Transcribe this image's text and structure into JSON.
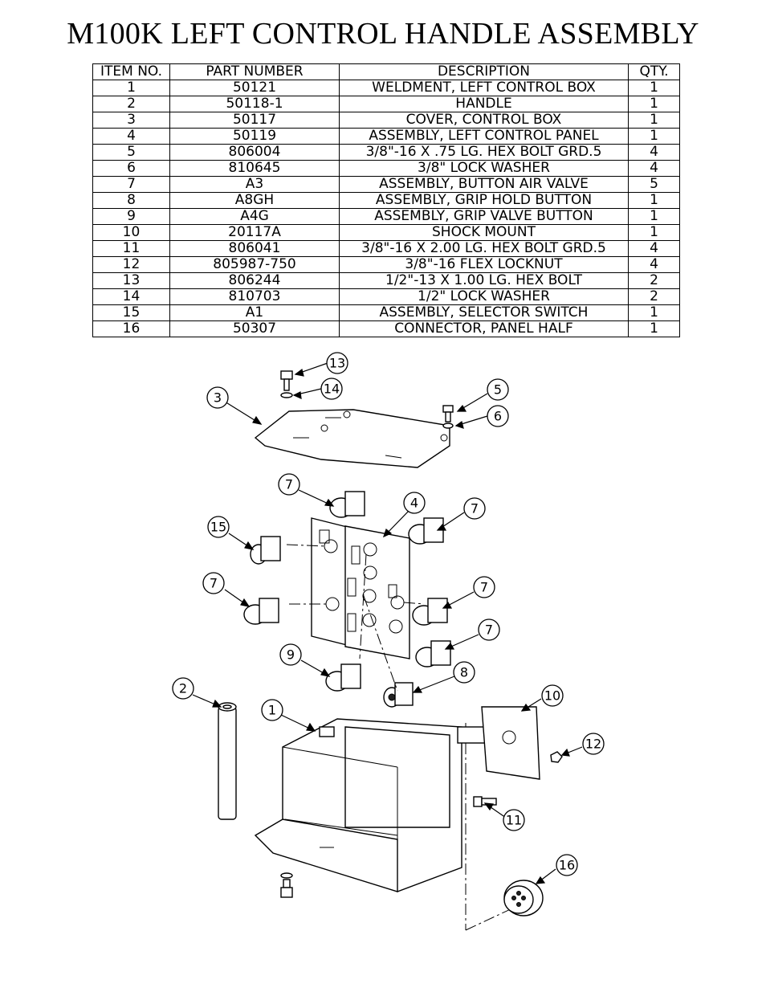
{
  "title": "M100K LEFT CONTROL HANDLE ASSEMBLY",
  "bom": {
    "headers": [
      "ITEM NO.",
      "PART NUMBER",
      "DESCRIPTION",
      "QTY."
    ],
    "rows": [
      [
        "1",
        "50121",
        "WELDMENT, LEFT CONTROL BOX",
        "1"
      ],
      [
        "2",
        "50118-1",
        "HANDLE",
        "1"
      ],
      [
        "3",
        "50117",
        "COVER, CONTROL BOX",
        "1"
      ],
      [
        "4",
        "50119",
        "ASSEMBLY, LEFT CONTROL PANEL",
        "1"
      ],
      [
        "5",
        "806004",
        "3/8\"-16 X .75 LG. HEX BOLT GRD.5",
        "4"
      ],
      [
        "6",
        "810645",
        "3/8\"  LOCK WASHER",
        "4"
      ],
      [
        "7",
        "A3",
        "ASSEMBLY, BUTTON AIR VALVE",
        "5"
      ],
      [
        "8",
        "A8GH",
        "ASSEMBLY, GRIP HOLD BUTTON",
        "1"
      ],
      [
        "9",
        "A4G",
        "ASSEMBLY, GRIP VALVE BUTTON",
        "1"
      ],
      [
        "10",
        "20117A",
        "SHOCK MOUNT",
        "1"
      ],
      [
        "11",
        "806041",
        "3/8\"-16 X 2.00 LG. HEX BOLT GRD.5",
        "4"
      ],
      [
        "12",
        "805987-750",
        "3/8\"-16 FLEX LOCKNUT",
        "4"
      ],
      [
        "13",
        "806244",
        "1/2\"-13 X 1.00 LG. HEX BOLT",
        "2"
      ],
      [
        "14",
        "810703",
        "1/2\" LOCK WASHER",
        "2"
      ],
      [
        "15",
        "A1",
        "ASSEMBLY, SELECTOR SWITCH",
        "1"
      ],
      [
        "16",
        "50307",
        "CONNECTOR, PANEL HALF",
        "1"
      ]
    ]
  },
  "callouts": [
    "13",
    "14",
    "3",
    "5",
    "6",
    "7",
    "4",
    "7",
    "15",
    "7",
    "7",
    "7",
    "9",
    "8",
    "2",
    "1",
    "10",
    "12",
    "11",
    "16"
  ]
}
